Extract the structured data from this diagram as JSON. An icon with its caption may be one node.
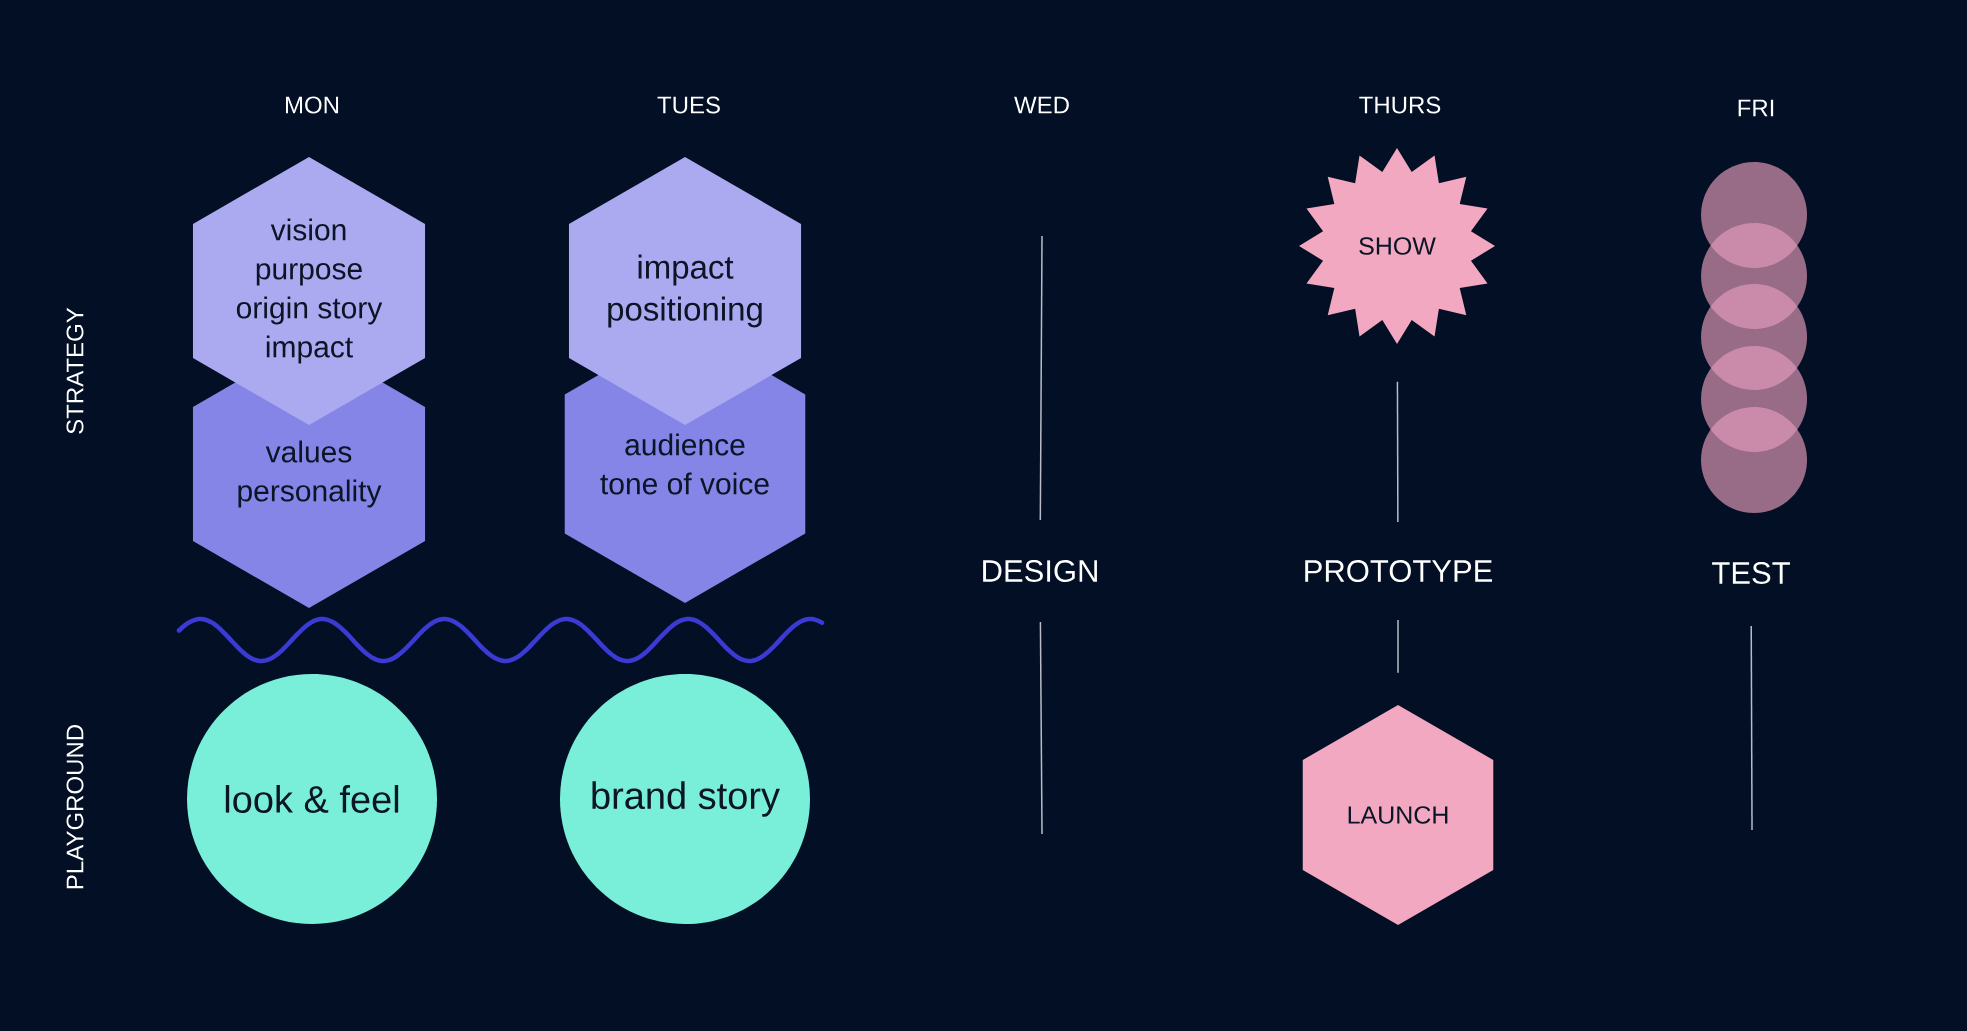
{
  "diagram": {
    "nodes": [
      {
        "text": [
          "vision",
          "purpose",
          "origin story",
          "impact"
        ]
      },
      {
        "text": [
          "values",
          "personality"
        ]
      },
      {
        "text": [
          "impact",
          "positioning"
        ]
      },
      {
        "text": [
          "audience",
          "tone of voice"
        ]
      },
      {
        "text": [
          "look & feel"
        ]
      },
      {
        "text": [
          "brand story"
        ]
      },
      {
        "text": [
          "DESIGN"
        ]
      },
      {
        "text": [
          "SHOW"
        ]
      },
      {
        "text": [
          "PROTOTYPE"
        ]
      },
      {
        "text": [
          "LAUNCH"
        ]
      },
      {
        "text": [],
        "shape": "circle"
      },
      {
        "text": [],
        "shape": "circle"
      },
      {
        "text": [],
        "shape": "circle"
      },
      {
        "text": [],
        "shape": "circle"
      },
      {
        "text": [],
        "shape": "circle"
      },
      {
        "text": [
          "TEST"
        ]
      }
    ],
    "edges": [
      {
        "from": null,
        "to": 6,
        "arrow": "none"
      },
      {
        "from": 6,
        "to": null,
        "arrow": "none"
      },
      {
        "from": 7,
        "to": 8,
        "arrow": "none"
      },
      {
        "from": 8,
        "to": 9,
        "arrow": "none"
      },
      {
        "from": 15,
        "to": null,
        "arrow": "none"
      }
    ],
    "labels": [
      "MON",
      "TUES",
      "WED",
      "THURS",
      "FRI",
      "STRATEGY",
      "PLAYGROUND"
    ]
  }
}
